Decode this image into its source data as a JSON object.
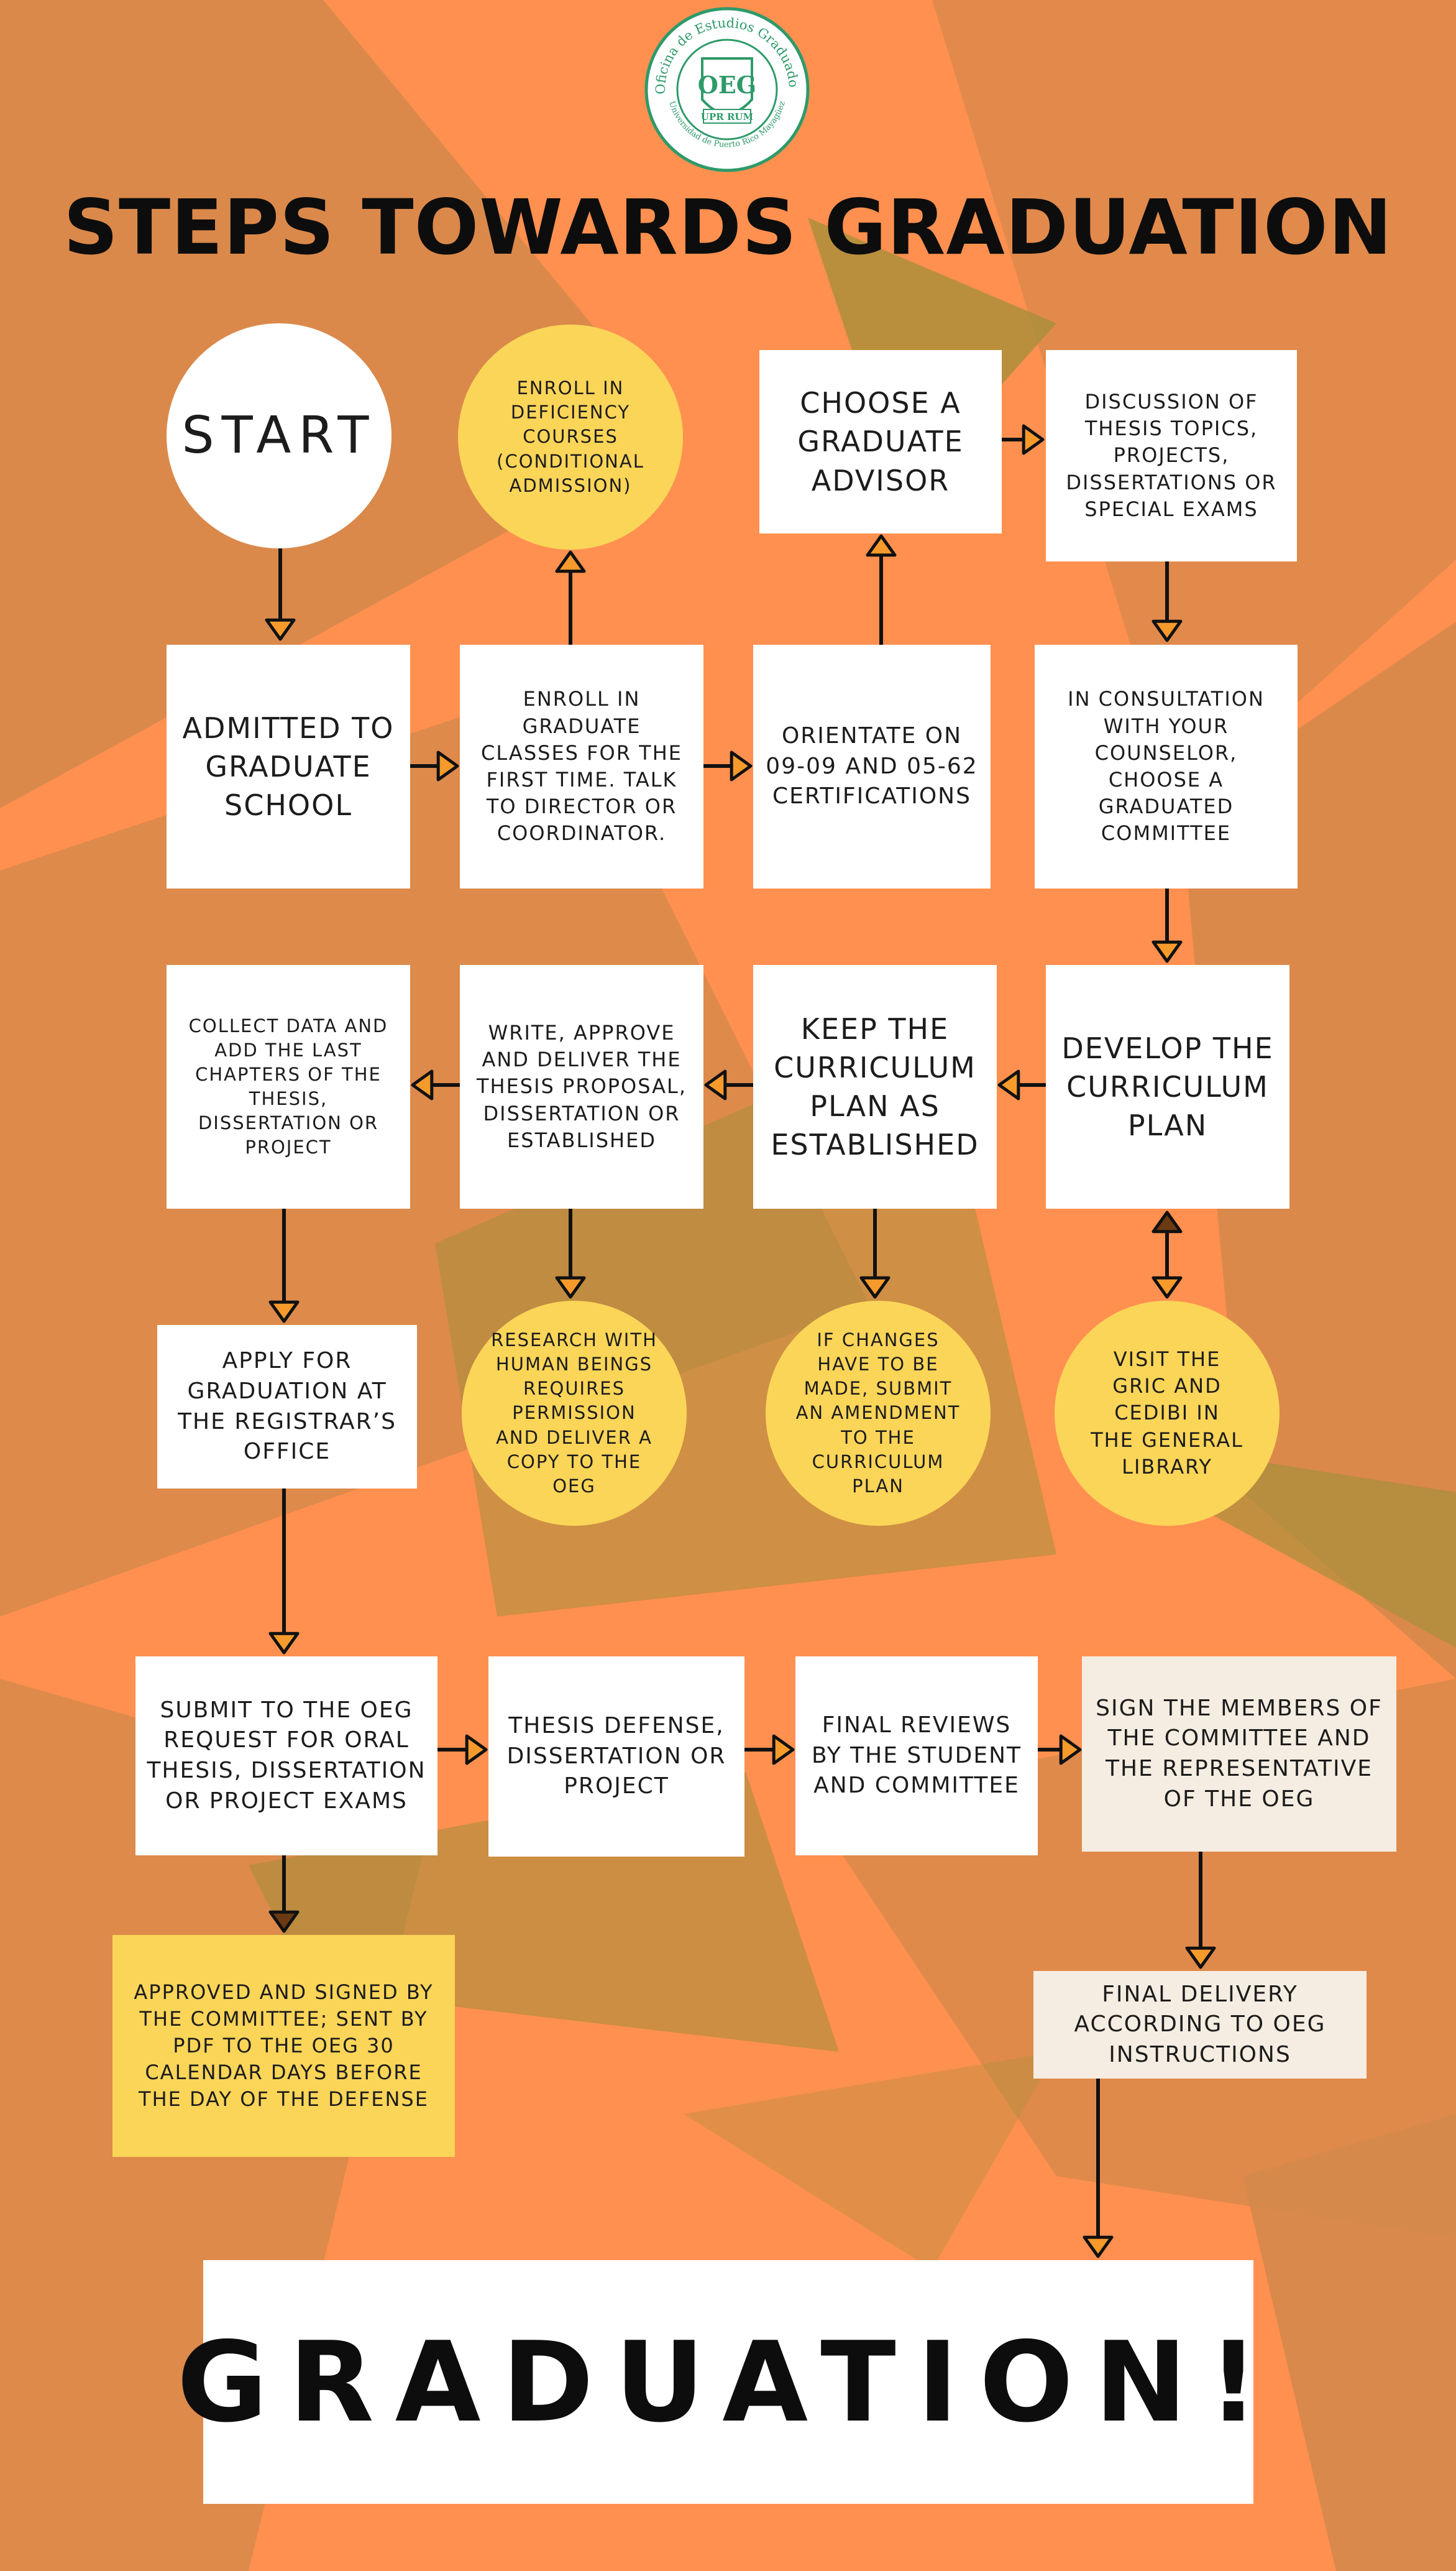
{
  "header": {
    "logo_text_top": "Oficina de Estudios Graduados",
    "logo_text_bottom": "Universidad de Puerto Rico Mayagüez",
    "logo_initials": "OEG",
    "logo_banner": "UPR RUM",
    "title": "STEPS TOWARDS GRADUATION"
  },
  "steps": {
    "start": "START",
    "deficiency": "ENROLL IN DEFICIENCY COURSES (CONDITIONAL ADMISSION)",
    "advisor": "CHOOSE A GRADUATE ADVISOR",
    "discussion": "DISCUSSION OF THESIS TOPICS, PROJECTS, DISSERTATIONS OR SPECIAL EXAMS",
    "admitted": "ADMITTED TO GRADUATE SCHOOL",
    "enroll": "ENROLL IN GRADUATE CLASSES FOR THE FIRST TIME. TALK TO DIRECTOR OR COORDINATOR.",
    "orientate": "ORIENTATE ON 09-09 AND 05-62 CERTIFICATIONS",
    "consultation": "IN CONSULTATION WITH YOUR COUNSELOR, CHOOSE A GRADUATED COMMITTEE",
    "collect": "COLLECT DATA AND ADD THE LAST CHAPTERS OF THE THESIS, DISSERTATION OR PROJECT",
    "write": "WRITE, APPROVE AND DELIVER THE THESIS PROPOSAL, DISSERTATION OR ESTABLISHED",
    "keep": "KEEP THE CURRICULUM PLAN AS ESTABLISHED",
    "develop": "DEVELOP THE CURRICULUM PLAN",
    "apply": "APPLY FOR GRADUATION AT THE REGISTRAR’S OFFICE",
    "research": "RESEARCH WITH HUMAN BEINGS REQUIRES PERMISSION AND DELIVER A COPY TO THE OEG",
    "changes": "IF CHANGES HAVE TO BE MADE, SUBMIT AN AMENDMENT TO THE CURRICULUM PLAN",
    "visit": "VISIT THE GRIC AND CEDIBI IN THE GENERAL LIBRARY",
    "submit": "SUBMIT TO THE OEG REQUEST FOR ORAL THESIS, DISSERTATION OR PROJECT EXAMS",
    "defense": "THESIS DEFENSE, DISSERTATION OR PROJECT",
    "reviews": "FINAL REVIEWS BY THE STUDENT AND COMMITTEE",
    "sign": "SIGN THE MEMBERS OF THE COMMITTEE AND THE REPRESENTATIVE OF THE OEG",
    "approved": "APPROVED AND SIGNED BY THE COMMITTEE; SENT BY PDF TO THE OEG 30 CALENDAR DAYS BEFORE THE DAY OF THE DEFENSE",
    "delivery": "FINAL DELIVERY ACCORDING TO OEG INSTRUCTIONS"
  },
  "footer": {
    "graduation": "GRADUATION!"
  },
  "colors": {
    "background": "#ff9050",
    "shade": "#d4884a",
    "olive": "#a88e3a",
    "yellow": "#fbd558",
    "cream": "#f6ede2",
    "arrow_fill": "#f59a2b",
    "logo_green": "#2e9a6a"
  }
}
